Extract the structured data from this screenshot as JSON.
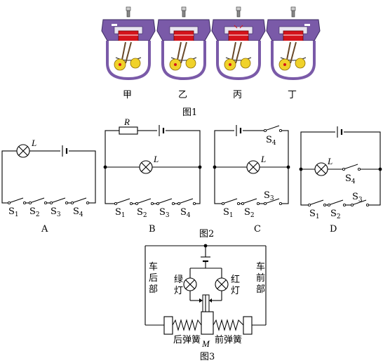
{
  "figure1": {
    "caption": "图1",
    "engines": [
      {
        "label": "甲",
        "stroke": "intake"
      },
      {
        "label": "乙",
        "stroke": "compression"
      },
      {
        "label": "丙",
        "stroke": "power"
      },
      {
        "label": "丁",
        "stroke": "exhaust"
      }
    ],
    "colors": {
      "chamber": "#7a5aa8",
      "piston": "#d4131b",
      "crank": "#f0d22a",
      "rod": "#6a4a2a"
    }
  },
  "figure2": {
    "caption": "图2",
    "circuits": [
      {
        "id": "A",
        "label": "A",
        "lamp": "L",
        "switches": [
          "S1",
          "S2",
          "S3",
          "S4"
        ]
      },
      {
        "id": "B",
        "label": "B",
        "lamp": "L",
        "resistor": "R",
        "switches": [
          "S1",
          "S2",
          "S3",
          "S4"
        ]
      },
      {
        "id": "C",
        "label": "C",
        "lamp": "L",
        "switches": [
          "S1",
          "S2",
          "S3",
          "S4"
        ]
      },
      {
        "id": "D",
        "label": "D",
        "lamp": "L",
        "switches": [
          "S1",
          "S2",
          "S3",
          "S4"
        ]
      }
    ]
  },
  "figure3": {
    "caption": "图3",
    "rear_label": [
      "车",
      "后",
      "部"
    ],
    "front_label": [
      "车",
      "前",
      "部"
    ],
    "green_lamp": [
      "绿",
      "灯"
    ],
    "red_lamp": [
      "红",
      "灯"
    ],
    "rear_spring": "后弹簧",
    "front_spring": "前弹簧",
    "slider": "M"
  }
}
